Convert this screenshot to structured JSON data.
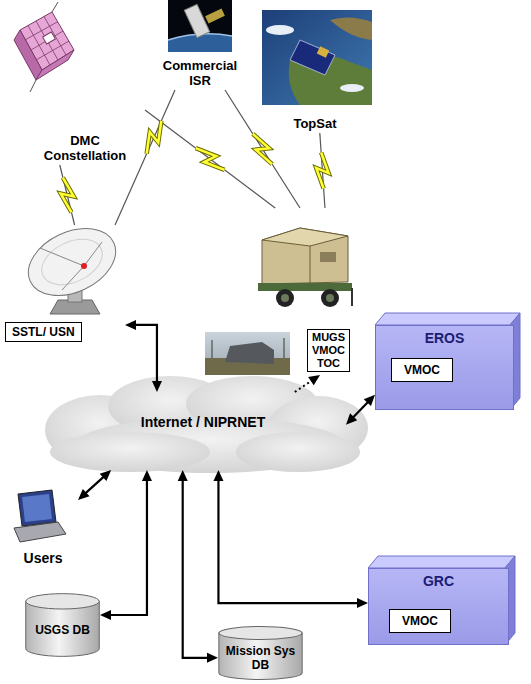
{
  "diagram": {
    "nodes": [
      {
        "text": [
          "DMC Constellation"
        ]
      },
      {
        "text": [
          "Commercial ISR"
        ]
      },
      {
        "text": [
          "TopSat"
        ]
      },
      {
        "text": [
          "SSTL/ USN"
        ]
      },
      {
        "text": [
          "MUGS VMOC TOC"
        ]
      },
      {
        "text": [
          "EROS"
        ]
      },
      {
        "text": [
          "VMOC"
        ],
        "in": 5
      },
      {
        "text": [
          "Internet / NIPRNET"
        ]
      },
      {
        "text": [
          "Users"
        ]
      },
      {
        "text": [
          "GRC"
        ]
      },
      {
        "text": [
          "VMOC"
        ],
        "in": 9
      },
      {
        "text": [
          "USGS DB"
        ]
      },
      {
        "text": [
          "Mission Sys DB"
        ]
      }
    ],
    "edges": [
      {
        "from": 0,
        "to": 3,
        "arrow": "none"
      },
      {
        "from": 0,
        "to": 4,
        "arrow": "none"
      },
      {
        "from": 1,
        "to": 3,
        "arrow": "none"
      },
      {
        "from": 1,
        "to": 4,
        "arrow": "none"
      },
      {
        "from": 2,
        "to": 4,
        "arrow": "none"
      },
      {
        "from": 3,
        "to": 7,
        "arrow": "both"
      },
      {
        "from": 7,
        "to": 4,
        "arrow": "to"
      },
      {
        "from": 7,
        "to": 5,
        "arrow": "both"
      },
      {
        "from": 8,
        "to": 7,
        "arrow": "both"
      },
      {
        "from": 11,
        "to": 7,
        "arrow": "both"
      },
      {
        "from": 12,
        "to": 7,
        "arrow": "both"
      },
      {
        "from": 7,
        "to": 9,
        "arrow": "both"
      }
    ]
  }
}
